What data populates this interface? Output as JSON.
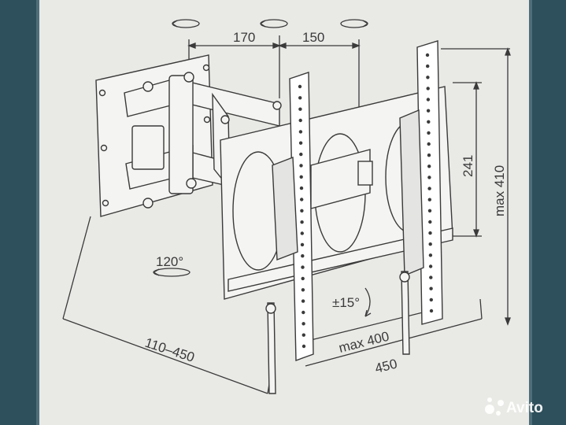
{
  "diagram": {
    "dimensions": {
      "arm_left": "170",
      "arm_right": "150",
      "depth": "110–450",
      "swivel": "120°",
      "tilt": "±15°",
      "max_width": "max 400",
      "width": "450",
      "height_241": "241",
      "max_height": "max 410"
    },
    "watermark": {
      "text": "Avito",
      "icon": "avito-logo-icon"
    },
    "colors": {
      "background": "#e9e9e6",
      "frame": "#2e4f5c",
      "line": "#3a3a3a",
      "part_fill": "#f4f4f2"
    }
  }
}
